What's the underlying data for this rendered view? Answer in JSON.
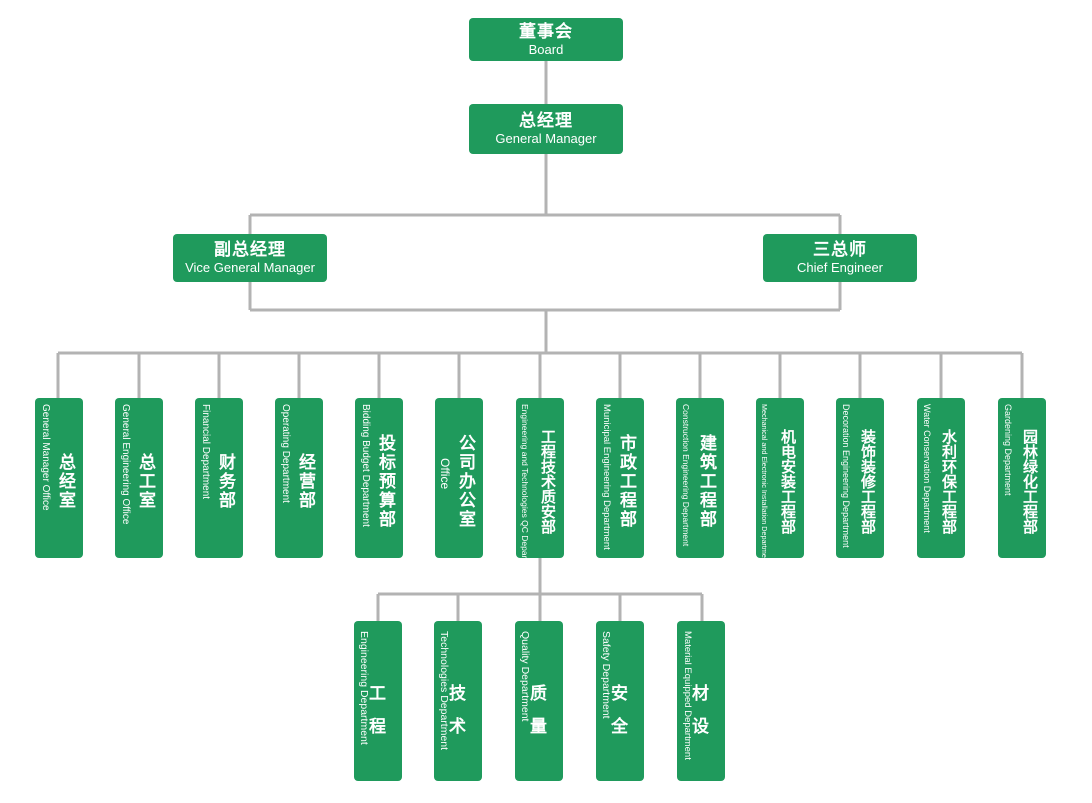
{
  "board": {
    "cn": "董事会",
    "en": "Board"
  },
  "general_manager": {
    "cn": "总经理",
    "en": "General Manager"
  },
  "vice_general_manager": {
    "cn": "副总经理",
    "en": "Vice General Manager"
  },
  "chief_engineer": {
    "cn": "三总师",
    "en": "Chief Engineer"
  },
  "departments": [
    {
      "cn": "总经室",
      "en": "General Manager Office"
    },
    {
      "cn": "总工室",
      "en": "General Engineering Office"
    },
    {
      "cn": "财务部",
      "en": "Financial Department"
    },
    {
      "cn": "经营部",
      "en": "Operating Department"
    },
    {
      "cn": "投标预算部",
      "en": "Bidding Budget Department"
    },
    {
      "cn": "公司办公室",
      "en": "Office"
    },
    {
      "cn": "工程技术质安部",
      "en": "Engineering and Technologies QC Department"
    },
    {
      "cn": "市政工程部",
      "en": "Municipal Engineering Department"
    },
    {
      "cn": "建筑工程部",
      "en": "Construction Engineering Department"
    },
    {
      "cn": "机电安装工程部",
      "en": "Mechanical and Electronic Installation Department"
    },
    {
      "cn": "装饰装修工程部",
      "en": "Decoration Engineering Department"
    },
    {
      "cn": "水利环保工程部",
      "en": "Water Conservation Department"
    },
    {
      "cn": "园林绿化工程部",
      "en": "Gardening Department"
    }
  ],
  "sub_departments": [
    {
      "cn": "工程",
      "en": "Engineering Department"
    },
    {
      "cn": "技术",
      "en": "Technologies Department"
    },
    {
      "cn": "质量",
      "en": "Quality Department"
    },
    {
      "cn": "安全",
      "en": "Safety Department"
    },
    {
      "cn": "材设",
      "en": "Material Equipped Department"
    }
  ],
  "colors": {
    "box": "#1f9a5c",
    "connector": "#b3b3b3",
    "text": "#ffffff"
  }
}
